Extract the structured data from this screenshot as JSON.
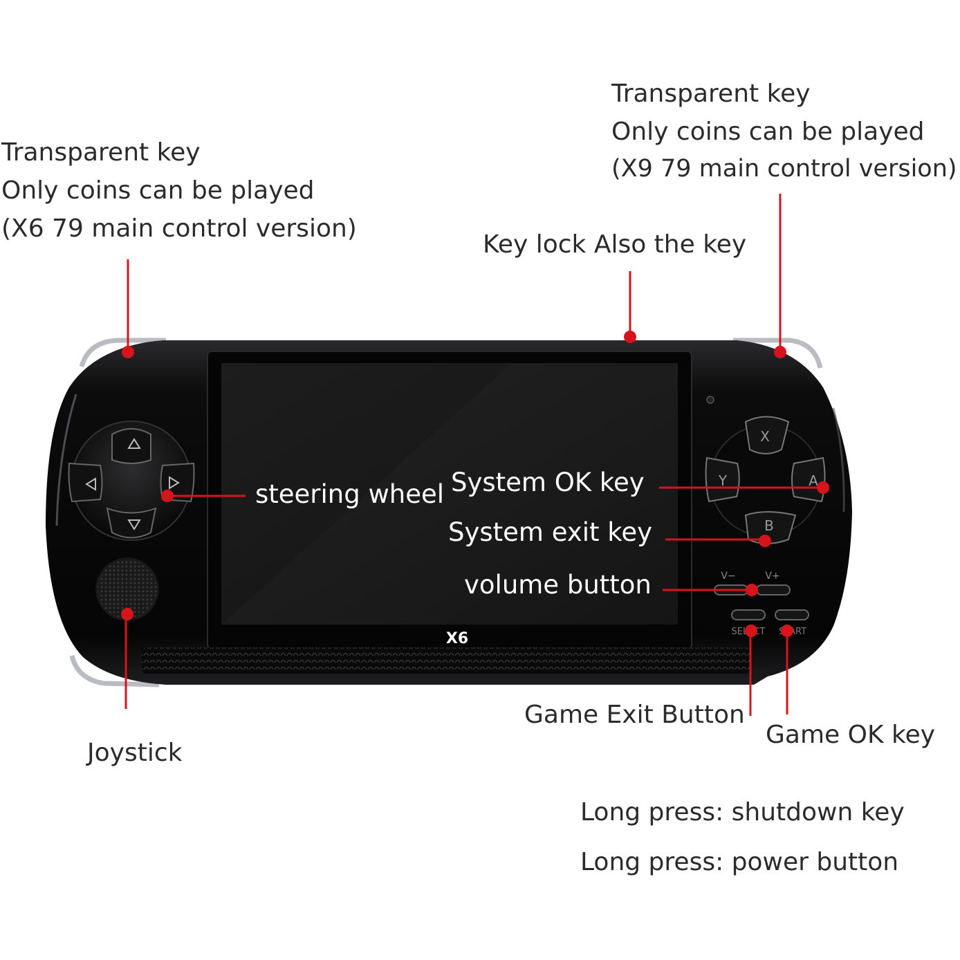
{
  "colors": {
    "leader": "#d7141c",
    "body": "#0b0b0c",
    "screen": "#151515",
    "text": "#2b2b2b"
  },
  "labels": {
    "left_top": [
      "Transparent key",
      "Only coins can be played",
      "(X6 79 main control version)"
    ],
    "right_top": [
      "Transparent key",
      "Only coins can be played",
      "(X9 79 main control version)"
    ],
    "key_lock": "Key lock Also the key",
    "steering_wheel": "steering wheel",
    "system_ok": "System OK key",
    "system_exit": "System exit key",
    "volume": "volume button",
    "joystick": "Joystick",
    "game_exit": "Game Exit Button",
    "game_ok": "Game OK key",
    "long_press_shutdown": "Long press: shutdown key",
    "long_press_power": "Long press: power button"
  },
  "device": {
    "model": "X6",
    "face_buttons": [
      "X",
      "Y",
      "A",
      "B"
    ],
    "volume_labels": [
      "V−",
      "V+"
    ],
    "select_label": "SELECT",
    "start_label": "START"
  }
}
